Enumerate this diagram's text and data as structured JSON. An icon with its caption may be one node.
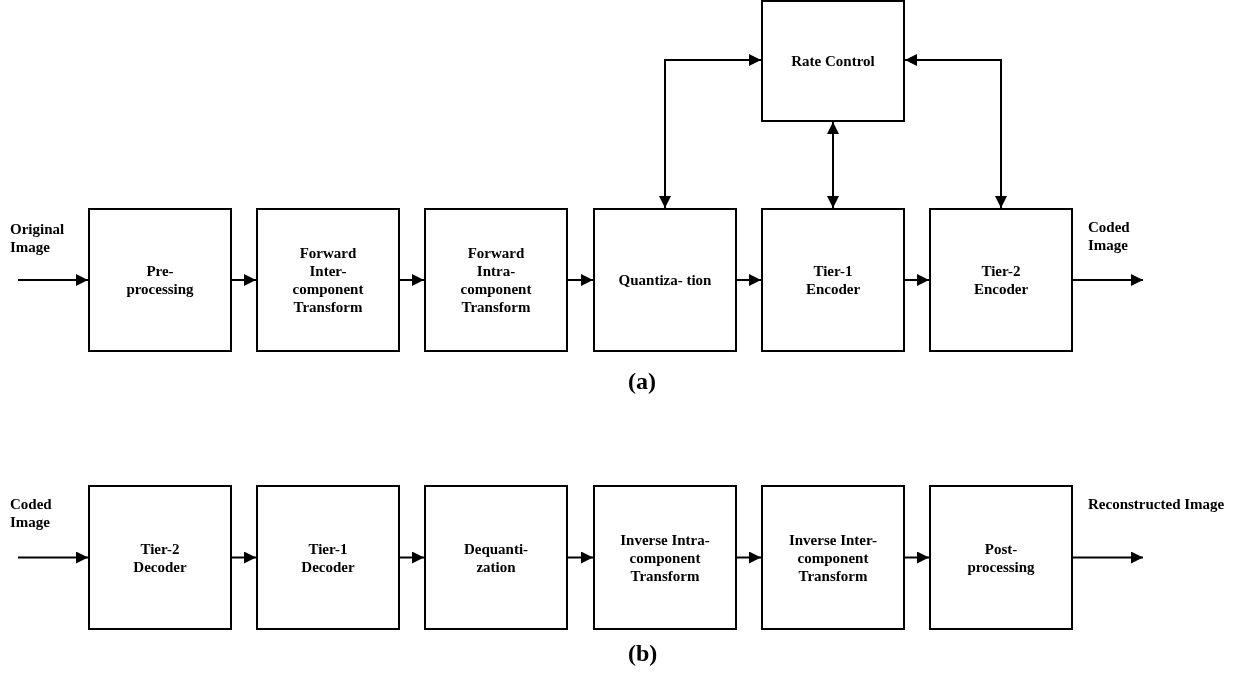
{
  "diagram": {
    "nodes": [
      {
        "text": [
          "Rate Control"
        ]
      },
      {
        "text": [
          "Pre- processing"
        ]
      },
      {
        "text": [
          "Forward Inter- component Transform"
        ]
      },
      {
        "text": [
          "Forward Intra- component Transform"
        ]
      },
      {
        "text": [
          "Quantiza- tion"
        ]
      },
      {
        "text": [
          "Tier-1 Encoder"
        ]
      },
      {
        "text": [
          "Tier-2 Encoder"
        ]
      },
      {
        "text": [
          "Tier-2 Decoder"
        ]
      },
      {
        "text": [
          "Tier-1 Decoder"
        ]
      },
      {
        "text": [
          "Dequanti- zation"
        ]
      },
      {
        "text": [
          "Inverse Intra- component Transform"
        ]
      },
      {
        "text": [
          "Inverse Inter- component Transform"
        ]
      },
      {
        "text": [
          "Post- processing"
        ]
      }
    ],
    "edges": [
      {
        "from": null,
        "to": 1,
        "arrow": "to"
      },
      {
        "from": 1,
        "to": 2,
        "arrow": "to"
      },
      {
        "from": 2,
        "to": 3,
        "arrow": "to"
      },
      {
        "from": 3,
        "to": 4,
        "arrow": "to"
      },
      {
        "from": 4,
        "to": 5,
        "arrow": "to"
      },
      {
        "from": 5,
        "to": 6,
        "arrow": "to"
      },
      {
        "from": 6,
        "to": null,
        "arrow": "to"
      },
      {
        "from": 4,
        "to": 0,
        "arrow": "both"
      },
      {
        "from": 5,
        "to": 0,
        "arrow": "both"
      },
      {
        "from": 6,
        "to": 0,
        "arrow": "both"
      },
      {
        "from": null,
        "to": 7,
        "arrow": "to"
      },
      {
        "from": 7,
        "to": 8,
        "arrow": "to"
      },
      {
        "from": 8,
        "to": 9,
        "arrow": "to"
      },
      {
        "from": 9,
        "to": 10,
        "arrow": "to"
      },
      {
        "from": 10,
        "to": 11,
        "arrow": "to"
      },
      {
        "from": 11,
        "to": 12,
        "arrow": "to"
      },
      {
        "from": 12,
        "to": null,
        "arrow": "to"
      }
    ],
    "labels": [
      "Original Image",
      "Coded Image",
      "(a)",
      "Coded Image",
      "Reconstructed Image",
      "(b)"
    ]
  }
}
